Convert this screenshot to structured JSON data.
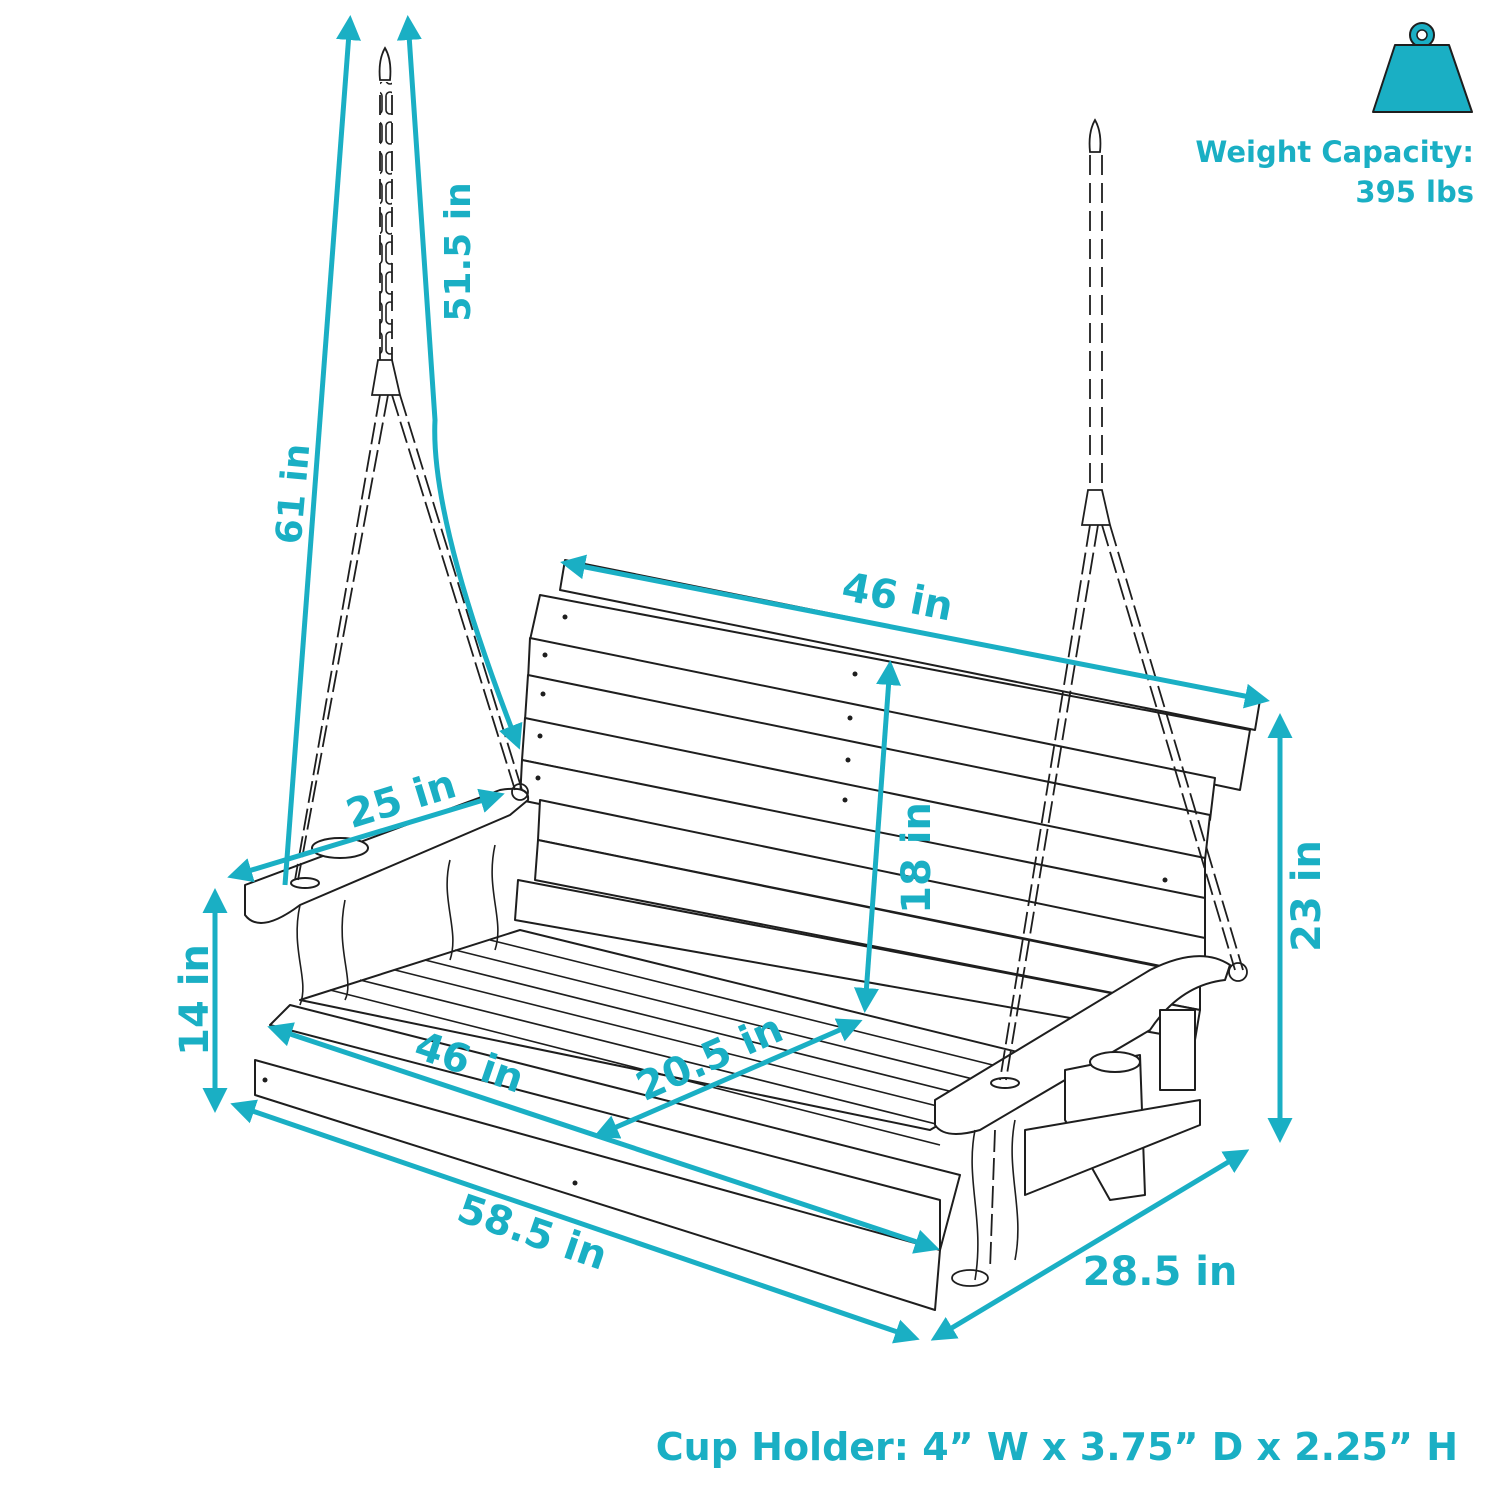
{
  "weight_capacity": {
    "icon": "weight-icon",
    "label": "Weight Capacity:",
    "value": "395 lbs",
    "icon_color": "#1aafc4"
  },
  "dimensions": {
    "chain_total_height": "61 in",
    "chain_upper_length": "51.5 in",
    "armrest_length": "25 in",
    "back_width": "46 in",
    "back_height": "18 in",
    "overall_back_height": "23 in",
    "seat_height": "14 in",
    "seat_width": "46 in",
    "seat_depth": "20.5 in",
    "overall_width": "58.5 in",
    "overall_depth": "28.5 in"
  },
  "cup_holder": {
    "text": "Cup Holder: 4” W x 3.75” D x 2.25” H"
  },
  "colors": {
    "accent": "#1aafc4",
    "line": "#1e1e1e",
    "background": "#ffffff"
  }
}
